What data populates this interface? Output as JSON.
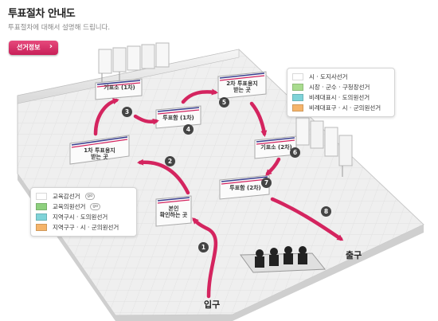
{
  "header": {
    "title": "투표절차 안내도",
    "subtitle": "투표절차에 대해서 설명해 드립니다.",
    "election_info_button": "선거정보"
  },
  "places": {
    "entrance": "입구",
    "exit": "출구"
  },
  "steps": [
    {
      "number": "1",
      "label": ""
    },
    {
      "number": "2",
      "label": "본인\n확인하는 곳"
    },
    {
      "number": "3",
      "label": "기표소 (1차)"
    },
    {
      "number": "4",
      "label": "투표함 (1차)"
    },
    {
      "number": "5",
      "label": "2차 투표용지\n받는 곳"
    },
    {
      "number": "6",
      "label": "기표소 (2차)"
    },
    {
      "number": "7",
      "label": "투표함 (2차)"
    },
    {
      "number": "8",
      "label": ""
    }
  ],
  "first_ballot_counter": "1차 투표용지\n받는 곳",
  "legend_first": [
    {
      "label": "교육감선거",
      "color": "#ffffff",
      "go": "go"
    },
    {
      "label": "교육의원선거",
      "color": "#8ed07e",
      "go": "go"
    },
    {
      "label": "지역구시 · 도의원선거",
      "color": "#7fd3d8",
      "go": ""
    },
    {
      "label": "지역구구 · 시 · 군의원선거",
      "color": "#f5b46a",
      "go": ""
    }
  ],
  "legend_second": [
    {
      "label": "시 · 도지사선거",
      "color": "#ffffff"
    },
    {
      "label": "시장 · 군수 · 구청장선거",
      "color": "#a9dc8f"
    },
    {
      "label": "비례대표시 · 도의원선거",
      "color": "#7fd3d8"
    },
    {
      "label": "비례대표구 · 시 · 군의원선거",
      "color": "#f5b46a"
    }
  ],
  "colors": {
    "accent": "#d4245f",
    "floor": "#eeeeee",
    "counter_stripe": "#3a3f8f"
  }
}
